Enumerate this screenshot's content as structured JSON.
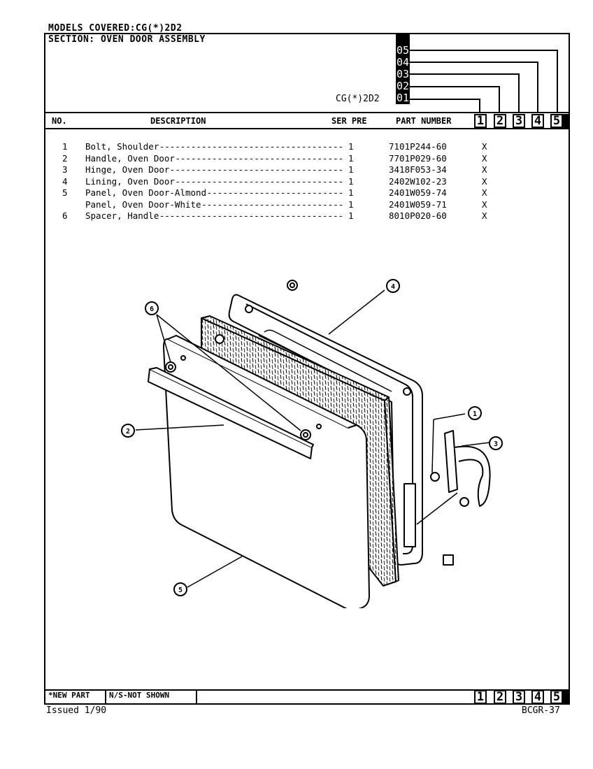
{
  "header": {
    "models_label": "MODELS COVERED:",
    "models_value": "CG(*)2D2",
    "section_label": "SECTION:",
    "section_value": "OVEN DOOR ASSEMBLY",
    "model_code": "CG(*)2D2",
    "model_stack": [
      "05",
      "04",
      "03",
      "02",
      "01"
    ]
  },
  "columns": {
    "no": "NO.",
    "description": "DESCRIPTION",
    "ser_pre": "SER PRE",
    "part_number": "PART NUMBER",
    "variants": [
      "1",
      "2",
      "3",
      "4",
      "5"
    ]
  },
  "parts": [
    {
      "no": "1",
      "description": "Bolt, Shoulder",
      "qty": "1",
      "part_number": "7101P244-60",
      "mark": "X"
    },
    {
      "no": "2",
      "description": "Handle, Oven Door",
      "qty": "1",
      "part_number": "7701P029-60",
      "mark": "X"
    },
    {
      "no": "3",
      "description": "Hinge, Oven Door",
      "qty": "1",
      "part_number": "3418F053-34",
      "mark": "X"
    },
    {
      "no": "4",
      "description": "Lining, Oven Door",
      "qty": "1",
      "part_number": "2402W102-23",
      "mark": "X"
    },
    {
      "no": "5",
      "description": "Panel, Oven Door-Almond",
      "qty": "1",
      "part_number": "2401W059-74",
      "mark": "X"
    },
    {
      "no": "",
      "description": "Panel, Oven Door-White",
      "qty": "1",
      "part_number": "2401W059-71",
      "mark": "X"
    },
    {
      "no": "6",
      "description": "Spacer, Handle",
      "qty": "1",
      "part_number": "8010P020-60",
      "mark": "X"
    }
  ],
  "callouts": [
    "1",
    "2",
    "3",
    "4",
    "5",
    "6"
  ],
  "footer": {
    "new_part": "*NEW PART",
    "not_shown": "N/S-NOT SHOWN",
    "issued": "Issued 1/90",
    "page_code": "BCGR-37"
  }
}
